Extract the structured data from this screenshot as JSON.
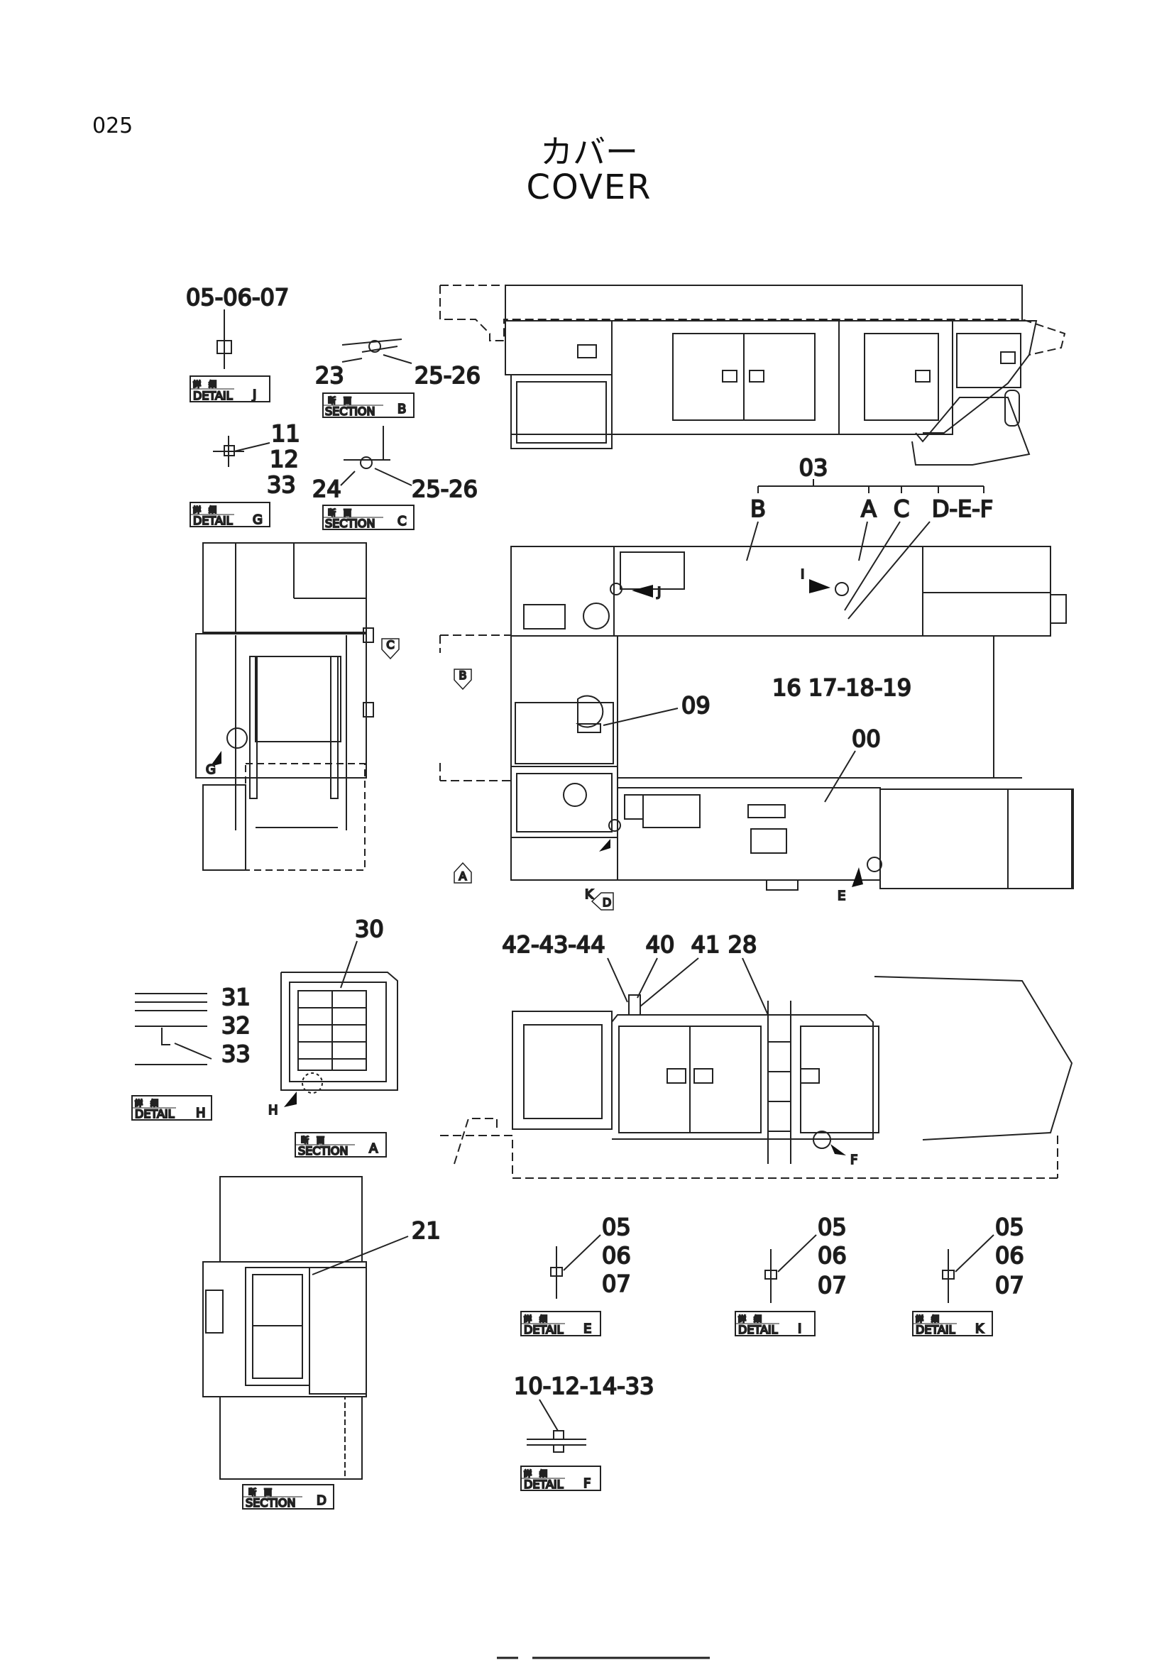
{
  "page": {
    "number": "025",
    "title_jp": "カバー",
    "title_en": "COVER"
  },
  "tags": {
    "detail_jp": "詳　細",
    "section_jp": "断　面",
    "detail_en": "DETAIL",
    "section_en": "SECTION"
  },
  "details": {
    "J": {
      "letter": "J",
      "callout": "05-06-07"
    },
    "B": {
      "letter": "B",
      "callout_left": "23",
      "callout_right": "25-26"
    },
    "G": {
      "letter": "G",
      "c1": "11",
      "c2": "12",
      "c3": "33"
    },
    "C": {
      "letter": "C",
      "callout_left": "24",
      "callout_right": "25-26"
    },
    "H": {
      "letter": "H",
      "c1": "31",
      "c2": "32",
      "c3": "33"
    },
    "A": {
      "letter": "A",
      "callout": "30"
    },
    "D": {
      "letter": "D",
      "callout": "21"
    },
    "E": {
      "letter": "E",
      "c1": "05",
      "c2": "06",
      "c3": "07"
    },
    "I": {
      "letter": "I",
      "c1": "05",
      "c2": "06",
      "c3": "07"
    },
    "K": {
      "letter": "K",
      "c1": "05",
      "c2": "06",
      "c3": "07"
    },
    "F": {
      "letter": "F",
      "callout": "10-12-14-33"
    }
  },
  "plan_view": {
    "part_03": "03",
    "sub_b": "B",
    "sub_a": "A",
    "sub_c": "C",
    "sub_def": "D-E-F",
    "part_16_19": "16  17-18-19",
    "part_09": "09",
    "part_00": "00",
    "view_markers": [
      "C",
      "B",
      "A",
      "D"
    ],
    "pointers": [
      "I",
      "J",
      "K",
      "E",
      "G"
    ]
  },
  "side_view": {
    "part_42_44": "42-43-44",
    "part_40": "40",
    "part_41": "41",
    "part_28": "28",
    "pointer_f": "F",
    "pointer_h": "H"
  }
}
